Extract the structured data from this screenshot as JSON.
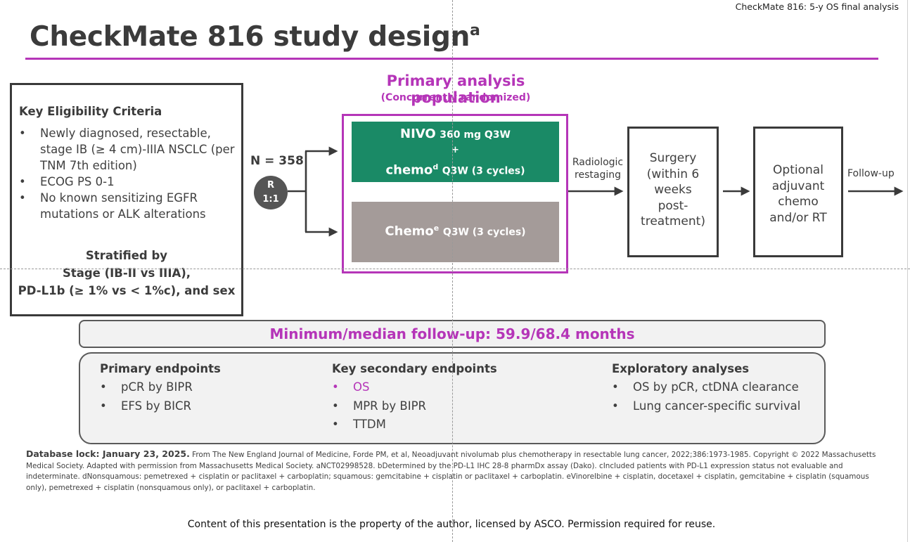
{
  "header_label": "CheckMate 816: 5-y OS final analysis",
  "title": "CheckMate 816 study design",
  "title_sup": "a",
  "eligibility": {
    "heading": "Key Eligibility Criteria",
    "items": [
      "Newly diagnosed, resectable, stage IB (≥ 4 cm)-IIIA NSCLC (per TNM 7th edition)",
      "ECOG PS 0-1",
      "No known sensitizing EGFR mutations or ALK alterations"
    ],
    "stratified_heading": "Stratified by",
    "stratified_lines": [
      "Stage (IB-II vs IIIA),",
      "PD-L1b (≥ 1% vs < 1%c), and sex"
    ]
  },
  "randomization": {
    "n_label": "N = 358",
    "circle_line1": "R",
    "circle_line2": "1:1"
  },
  "primary_population": {
    "title": "Primary analysis population",
    "subtitle": "(Concurrently randomized)"
  },
  "arm_nivo": {
    "line1_bold": "NIVO",
    "line1_dose": "360 mg Q3W",
    "plus": "+",
    "line2_bold": "chemo",
    "line2_sup": "d",
    "line2_dose": "Q3W (3 cycles)"
  },
  "arm_chemo": {
    "bold": "Chemo",
    "sup": "e",
    "dose": "Q3W (3 cycles)"
  },
  "restaging_label": [
    "Radiologic",
    "restaging"
  ],
  "surgery_label": [
    "Surgery",
    "(within 6",
    "weeks",
    "post-",
    "treatment)"
  ],
  "adjuvant_label": [
    "Optional",
    "adjuvant",
    "chemo",
    "and/or RT"
  ],
  "followup_label": "Follow-up",
  "followup_bar": "Minimum/median follow-up: 59.9/68.4 months",
  "endpoints": {
    "primary": {
      "heading": "Primary endpoints",
      "items": [
        "pCR by BIPR",
        "EFS by BICR"
      ]
    },
    "secondary": {
      "heading": "Key secondary endpoints",
      "items": [
        "OS",
        "MPR by BIPR",
        "TTDM"
      ]
    },
    "exploratory": {
      "heading": "Exploratory analyses",
      "items": [
        "OS by pCR, ctDNA clearance",
        "Lung cancer-specific survival"
      ]
    }
  },
  "footnote": {
    "lock_label": "Database lock: January 23, 2025.",
    "text": "From The New England Journal of Medicine, Forde PM, et al, Neoadjuvant nivolumab plus chemotherapy in resectable lung cancer, 2022;386:1973-1985. Copyright © 2022 Massachusetts Medical Society. Adapted with permission from Massachusetts Medical Society. aNCT02998528. bDetermined by the PD-L1 IHC 28-8 pharmDx assay (Dako). cIncluded patients with PD-L1 expression status not evaluable and indeterminate. dNonsquamous: pemetrexed + cisplatin or paclitaxel + carboplatin; squamous: gemcitabine + cisplatin or paclitaxel + carboplatin. eVinorelbine + cisplatin, docetaxel + cisplatin, gemcitabine + cisplatin (squamous only), pemetrexed + cisplatin (nonsquamous only), or paclitaxel + carboplatin."
  },
  "copyright": "Content of this presentation is the property of the author, licensed by ASCO. Permission required for reuse.",
  "colors": {
    "accent": "#b535b8",
    "nivo_arm": "#1a8a66",
    "chemo_arm": "#a49b99",
    "dark": "#3b3b3b"
  }
}
